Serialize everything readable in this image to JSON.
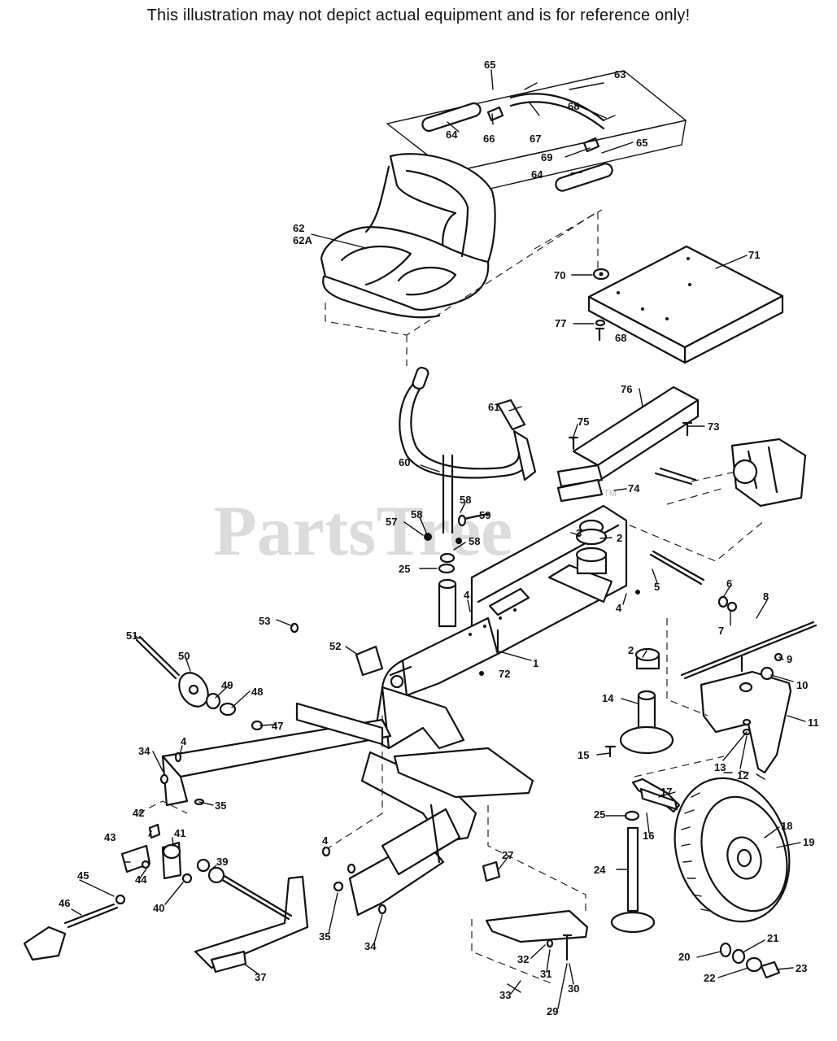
{
  "disclaimer": "This illustration may not depict actual equipment and is for reference only!",
  "watermark": {
    "text": "PartsTree",
    "tm": "TM"
  },
  "callouts": [
    "1",
    "2",
    "3",
    "4",
    "5",
    "6",
    "7",
    "8",
    "9",
    "10",
    "11",
    "12",
    "13",
    "14",
    "15",
    "16",
    "17",
    "18",
    "19",
    "20",
    "21",
    "22",
    "23",
    "24",
    "25",
    "27",
    "29",
    "30",
    "31",
    "32",
    "33",
    "34",
    "35",
    "37",
    "39",
    "40",
    "41",
    "42",
    "43",
    "44",
    "45",
    "46",
    "47",
    "48",
    "49",
    "50",
    "51",
    "52",
    "53",
    "57",
    "58",
    "59",
    "60",
    "61",
    "62",
    "62A",
    "63",
    "64",
    "65",
    "66",
    "67",
    "68",
    "69",
    "70",
    "71",
    "72",
    "73",
    "74",
    "75",
    "76",
    "77"
  ]
}
